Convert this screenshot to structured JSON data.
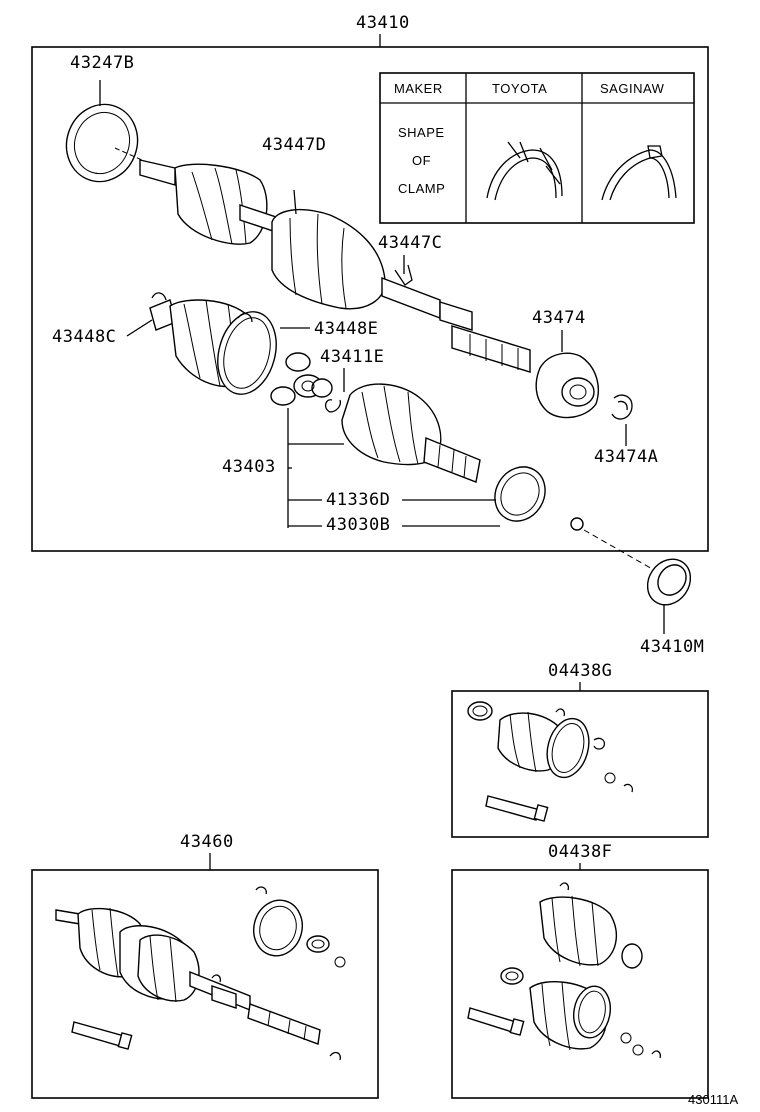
{
  "labels": {
    "l43410": "43410",
    "l43247B": "43247B",
    "l43447D": "43447D",
    "l43447C": "43447C",
    "l43474": "43474",
    "l43448C": "43448C",
    "l43448E": "43448E",
    "l43411E": "43411E",
    "l43403": "43403",
    "l43474A": "43474A",
    "l41336D": "41336D",
    "l43030B": "43030B",
    "l43410M": "43410M",
    "l04438G": "04438G",
    "l43460": "43460",
    "l04438F": "04438F",
    "ref": "430111A"
  },
  "clamp_table": {
    "maker": "MAKER",
    "toyota": "TOYOTA",
    "saginaw": "SAGINAW",
    "shape1": "SHAPE",
    "shape2": "OF",
    "shape3": "CLAMP"
  }
}
